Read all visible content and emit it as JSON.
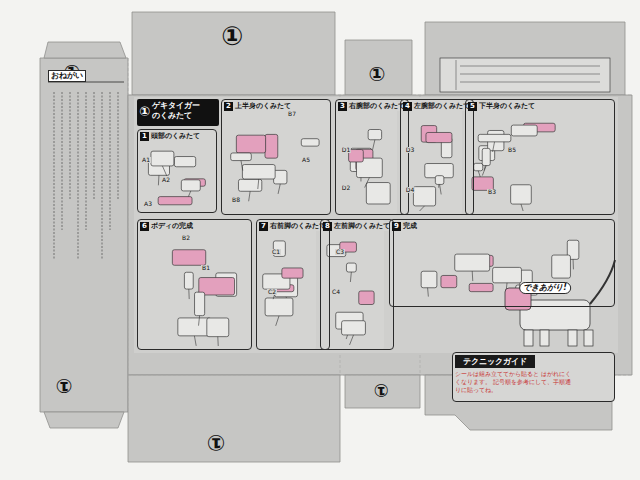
{
  "diagram": {
    "nodes": [
      {
        "text": [
          "①",
          "ゲキタイガー のくみたて"
        ]
      },
      {
        "text": [
          "1",
          "頭部のくみたて"
        ]
      },
      {
        "text": [
          "2",
          "上半身のくみたて"
        ]
      },
      {
        "text": [
          "3",
          "右腕部のくみたて"
        ]
      },
      {
        "text": [
          "4",
          "左腕部のくみたて"
        ]
      },
      {
        "text": [
          "5",
          "下半身のくみたて"
        ]
      },
      {
        "text": [
          "6",
          "ボディの完成"
        ]
      },
      {
        "text": [
          "7",
          "右前脚のくみたて"
        ]
      },
      {
        "text": [
          "8",
          "左前脚のくみたて"
        ]
      },
      {
        "text": [
          "9",
          "完成"
        ]
      },
      {
        "text": [
          "テクニックガイド",
          "シールは組み立ててから貼ると はがれにくくなります。 記号順を参考にして、手順通りに貼ってね。"
        ]
      }
    ],
    "labels": [
      "①",
      "①",
      "①",
      "①",
      "①",
      "①",
      "おねがい",
      "できあがり!",
      "A1",
      "A2",
      "A3",
      "B7",
      "A5",
      "B8",
      "D1",
      "D2",
      "D3",
      "D4",
      "B5",
      "B3",
      "B2",
      "B1",
      "C1",
      "C2",
      "C3",
      "C4"
    ]
  }
}
